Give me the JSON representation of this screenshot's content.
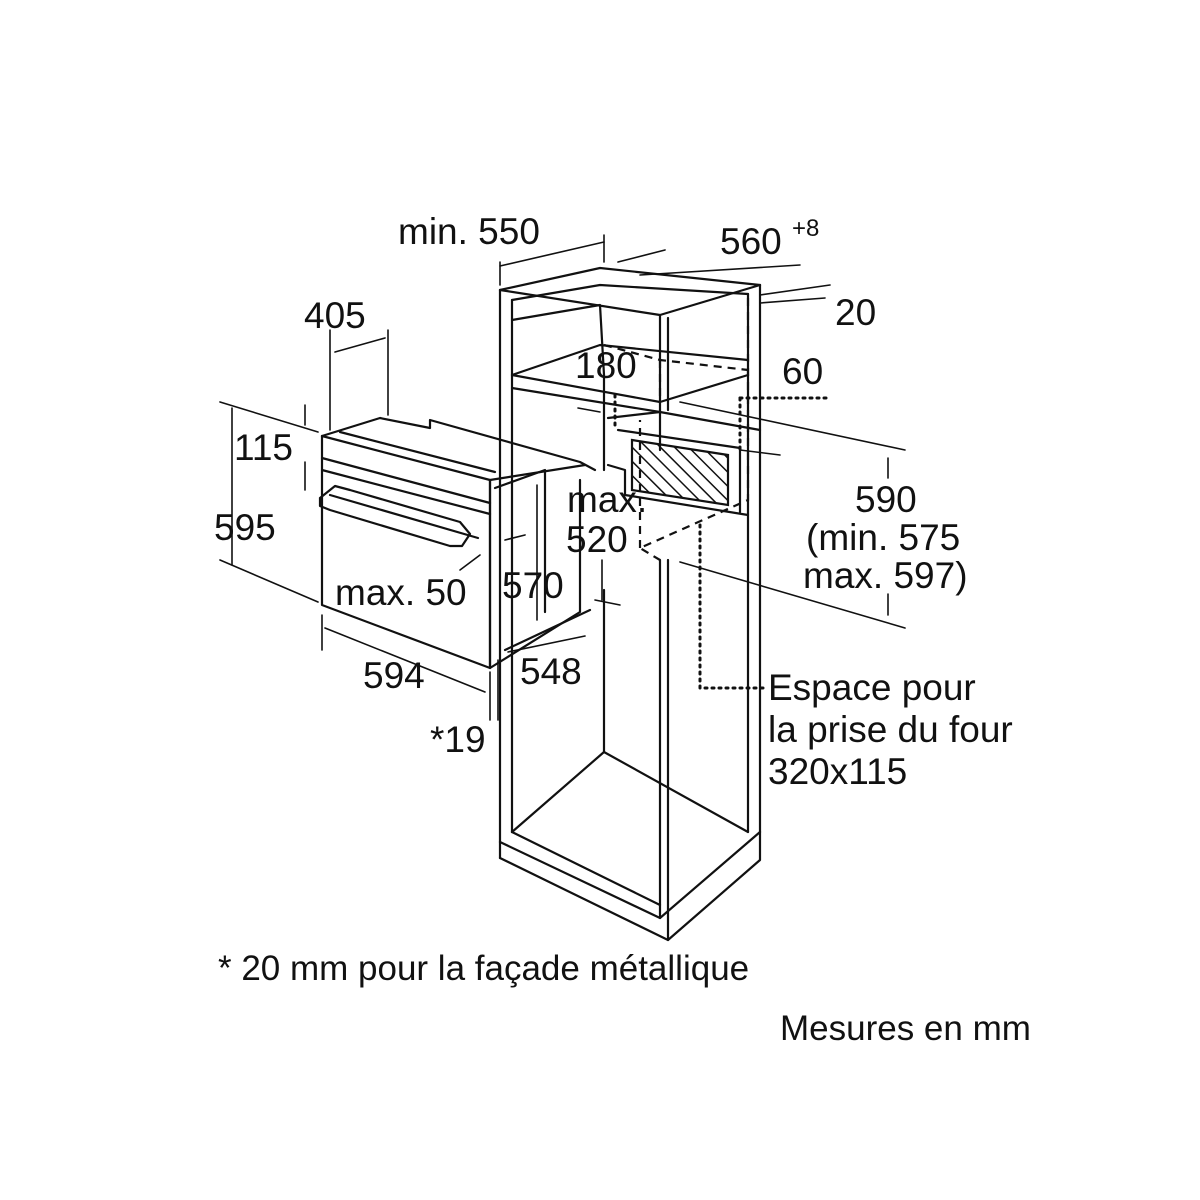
{
  "dimensions": {
    "cabinet_depth": "min. 550",
    "cabinet_width": "560",
    "cabinet_width_tolerance": "+8",
    "panel_thickness": "20",
    "oven_plug_height": "180",
    "oven_plug_offset": "60",
    "niche_height_main": "590",
    "niche_height_min": "(min. 575",
    "niche_height_max": "max. 597)",
    "top_depth_label_1": "max.",
    "top_depth_label_2": "520",
    "oven_depth_top": "405",
    "oven_panel_height": "115",
    "oven_height": "595",
    "oven_front_gap": "max. 50",
    "oven_body_height": "570",
    "oven_width": "594",
    "oven_body_width": "548",
    "front_thickness": "*19"
  },
  "socket_note": {
    "line1": "Espace pour",
    "line2": "la prise du four",
    "line3": "320x115"
  },
  "footnote": "* 20 mm pour la façade métallique",
  "units": "Mesures en mm"
}
